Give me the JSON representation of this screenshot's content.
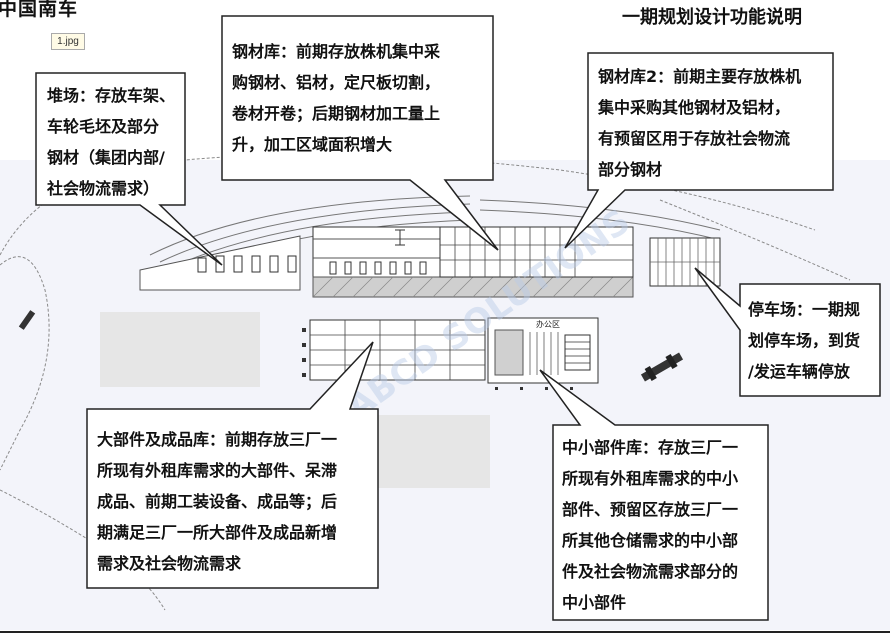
{
  "header": {
    "logo_text": "中国南车",
    "file_label": "1.jpg",
    "title": "一期规划设计功能说明"
  },
  "plan": {
    "office_label": "办公区",
    "watermark": "ABCD SOLUTIONS"
  },
  "callouts": {
    "yard": "堆场：存放车架、\n车轮毛坯及部分\n钢材（集团内部/\n社会物流需求）",
    "steel1": "钢材库：前期存放株机集中采\n购钢材、铝材，定尺板切割，\n卷材开卷；后期钢材加工量上\n升，加工区域面积增大",
    "steel2": "钢材库2：前期主要存放株机\n集中采购其他钢材及铝材，\n有预留区用于存放社会物流\n部分钢材",
    "parking": "停车场：一期规\n划停车场，到货\n/发运车辆停放",
    "large": "大部件及成品库：前期存放三厂一\n所现有外租库需求的大部件、呆滞\n成品、前期工装设备、成品等；后\n期满足三厂一所大部件及成品新增\n需求及社会物流需求",
    "small": "中小部件库：存放三厂一\n所现有外租库需求的中小\n部件、预留区存放三厂一\n所其他仓储需求的中小部\n件及社会物流需求部分的\n中小部件"
  }
}
